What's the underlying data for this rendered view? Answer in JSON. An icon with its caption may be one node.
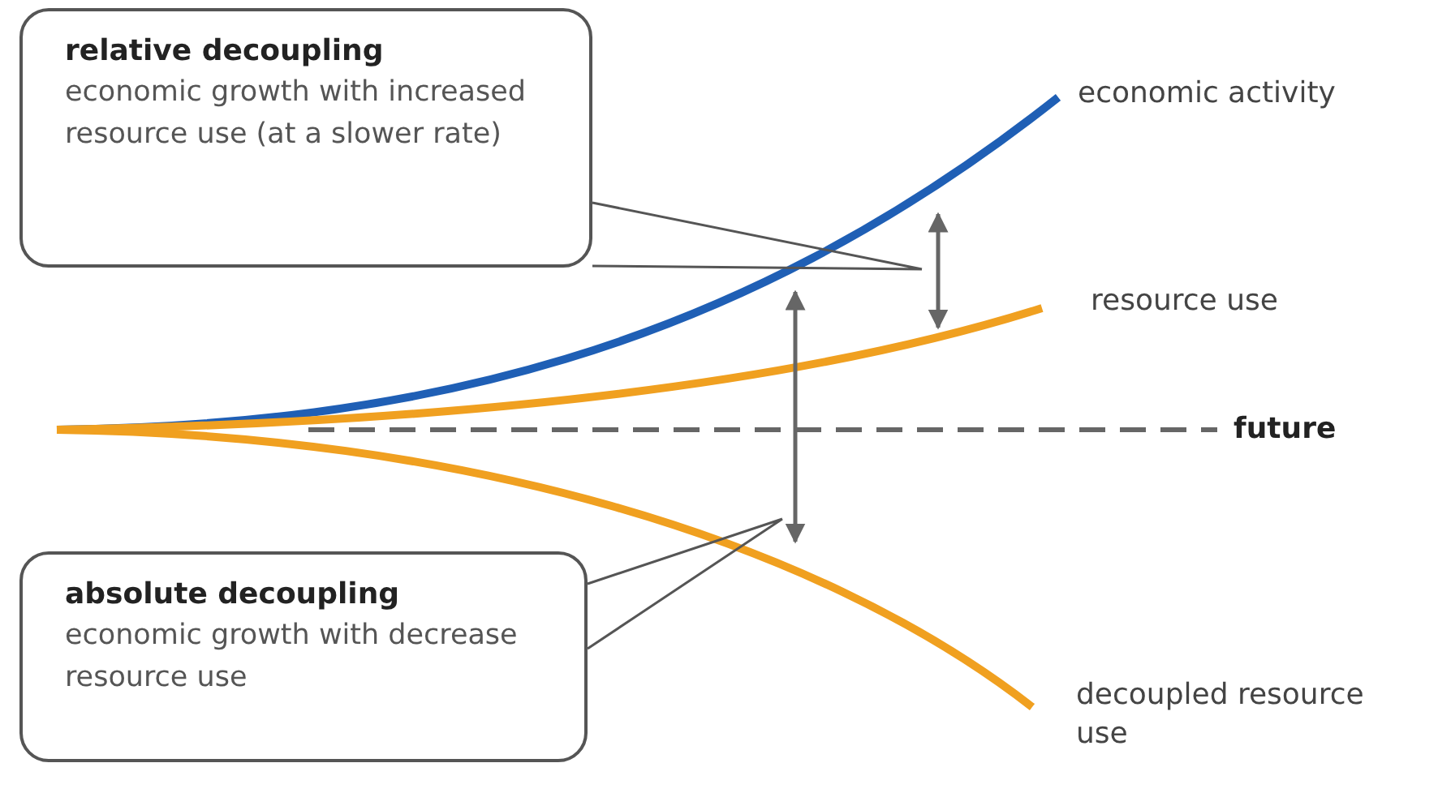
{
  "diagram": {
    "nodes": [
      {
        "text": [
          "relative decoupling",
          "economic growth with increased resource use (at a slower rate)"
        ]
      },
      {
        "text": [
          "absolute decoupling",
          "economic growth with decrease resource use"
        ]
      }
    ],
    "edges": [
      {
        "from": 0,
        "to": null,
        "arrow": "none"
      },
      {
        "from": 1,
        "to": null,
        "arrow": "none"
      }
    ],
    "labels": [
      "economic activity",
      "resource use",
      "future",
      "decoupled resource use"
    ]
  }
}
